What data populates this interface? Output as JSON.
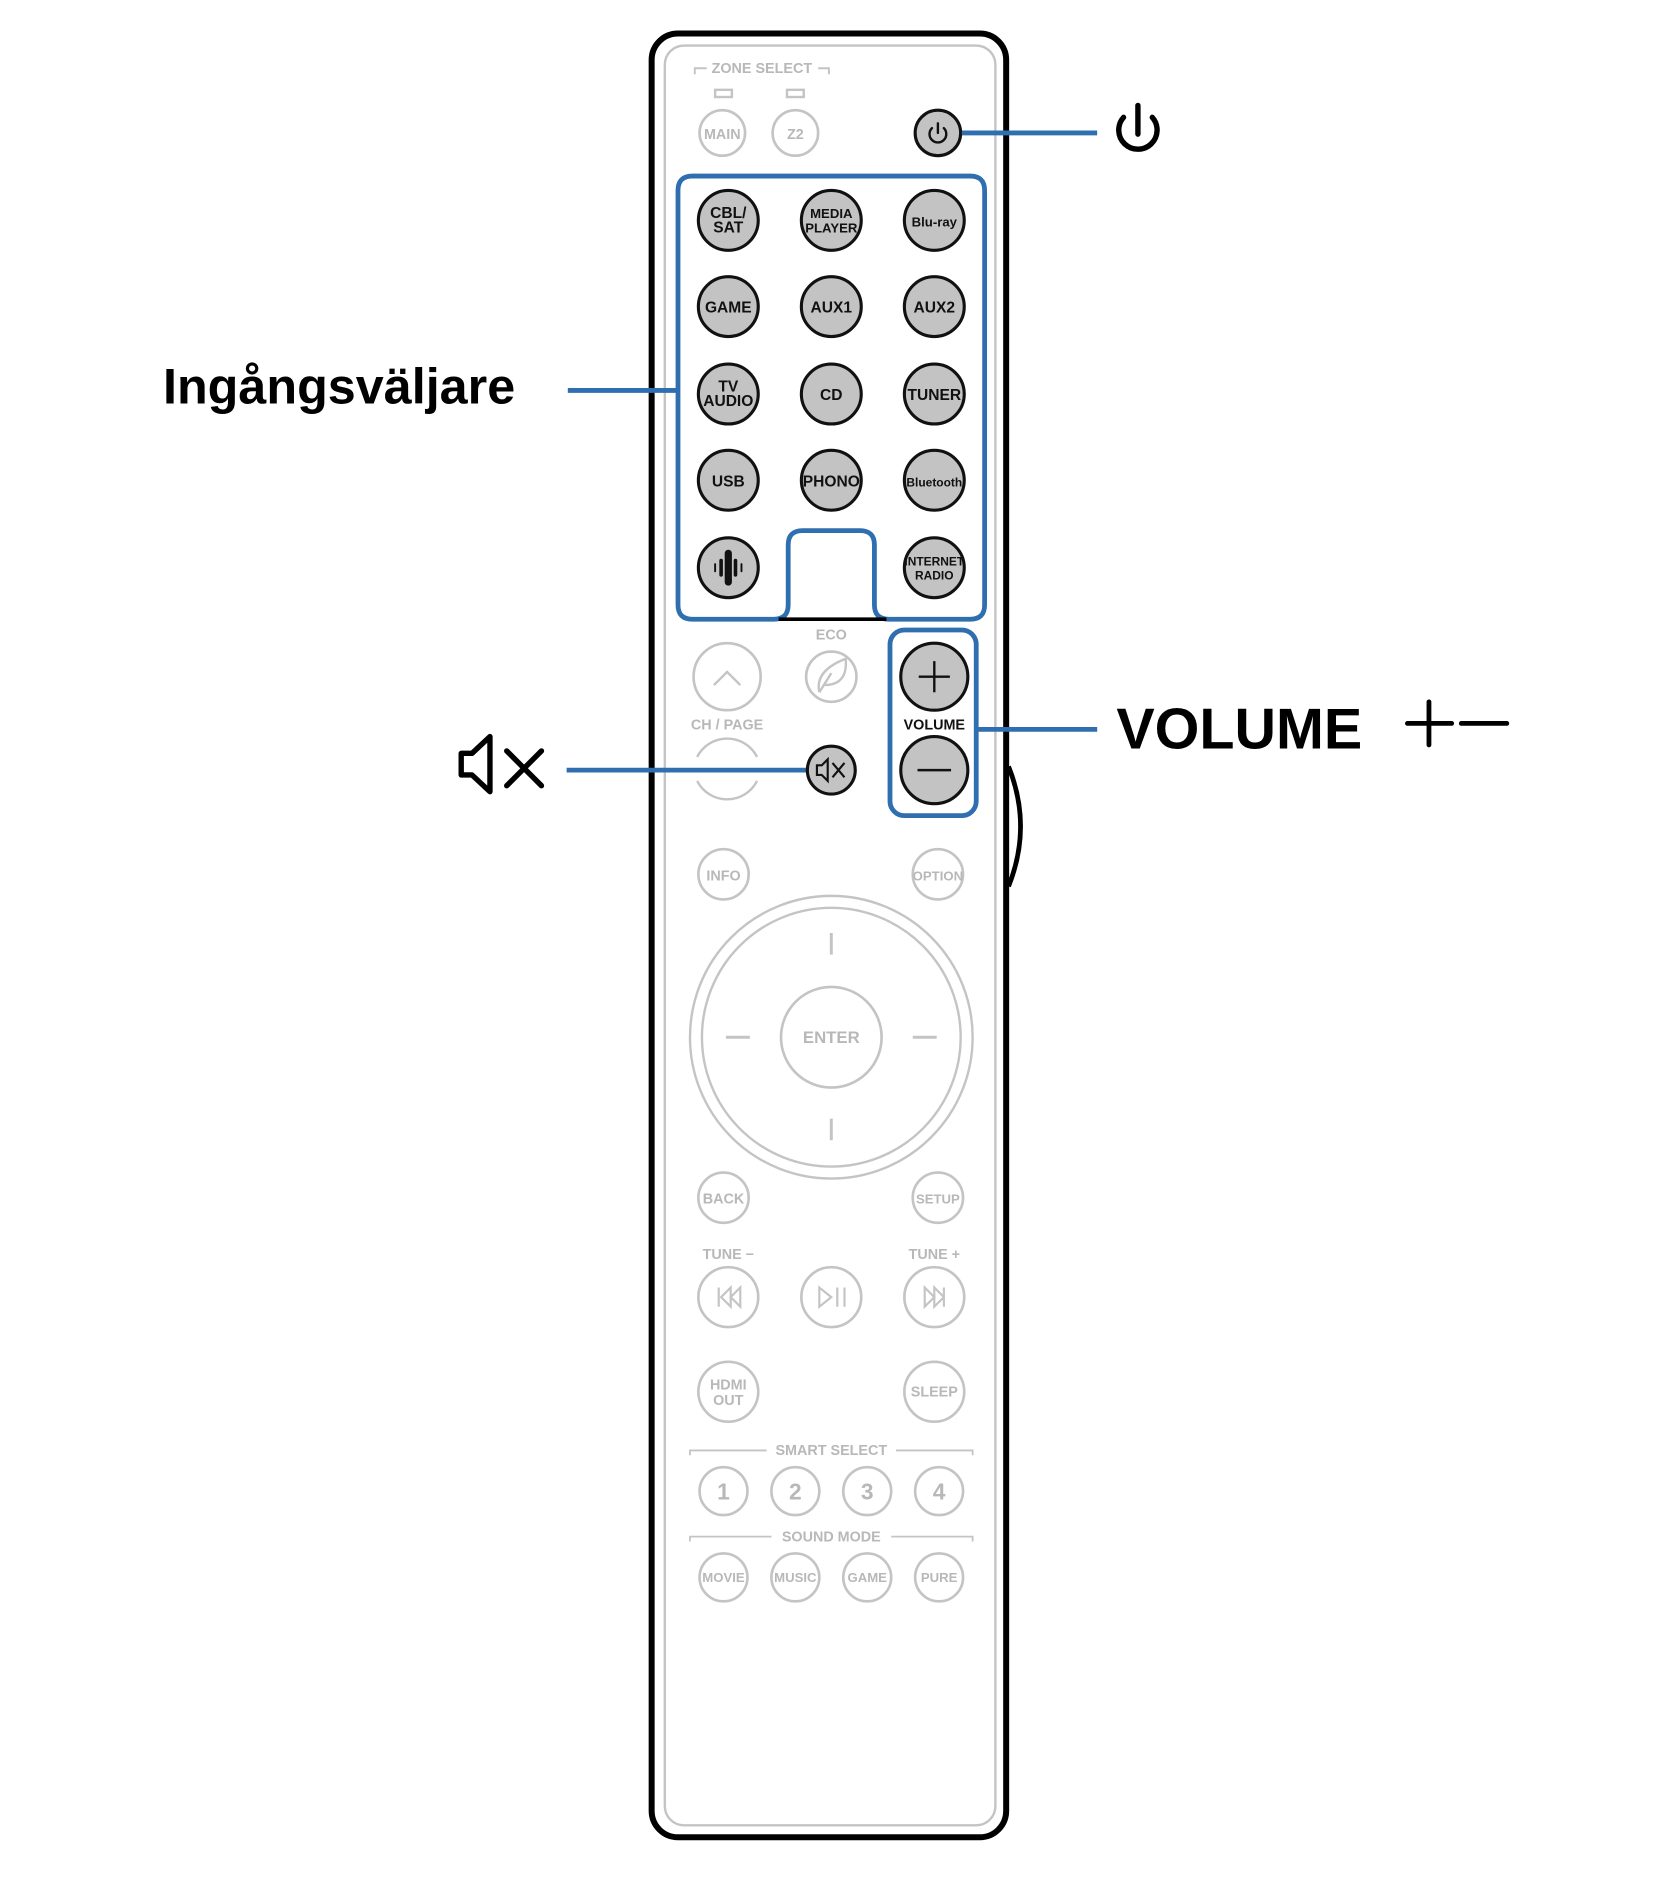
{
  "callouts": {
    "power": {
      "icon": "power-icon"
    },
    "input_selector": {
      "label": "Ingångsväljare"
    },
    "mute": {
      "icon": "mute-icon"
    },
    "volume": {
      "label": "VOLUME",
      "symbols": "+−"
    }
  },
  "remote": {
    "zone_select_label": "ZONE SELECT",
    "zone_buttons": [
      "MAIN",
      "Z2"
    ],
    "input_buttons": [
      [
        "CBL/",
        "SAT"
      ],
      [
        "MEDIA",
        "PLAYER"
      ],
      [
        "Blu-ray"
      ],
      [
        "GAME"
      ],
      [
        "AUX1"
      ],
      [
        "AUX2"
      ],
      [
        "TV",
        "AUDIO"
      ],
      [
        "CD"
      ],
      [
        "TUNER"
      ],
      [
        "USB"
      ],
      [
        "PHONO"
      ],
      [
        "Bluetooth"
      ],
      [
        "HEOS"
      ],
      [
        "INTERNET",
        "RADIO"
      ]
    ],
    "eco_label": "ECO",
    "ch_page_label": "CH / PAGE",
    "volume_label": "VOLUME",
    "info_label": "INFO",
    "option_label": "OPTION",
    "enter_label": "ENTER",
    "back_label": "BACK",
    "setup_label": "SETUP",
    "tune_minus_label": "TUNE −",
    "tune_plus_label": "TUNE +",
    "hdmi_out_label": [
      "HDMI",
      "OUT"
    ],
    "sleep_label": "SLEEP",
    "smart_select_label": "SMART SELECT",
    "smart_select_buttons": [
      "1",
      "2",
      "3",
      "4"
    ],
    "sound_mode_label": "SOUND MODE",
    "sound_mode_buttons": [
      "MOVIE",
      "MUSIC",
      "GAME",
      "PURE"
    ]
  },
  "colors": {
    "highlight_blue": "#2f6fb0",
    "active_button": "#c3c3c3",
    "inactive_line": "#c4c4c4"
  }
}
